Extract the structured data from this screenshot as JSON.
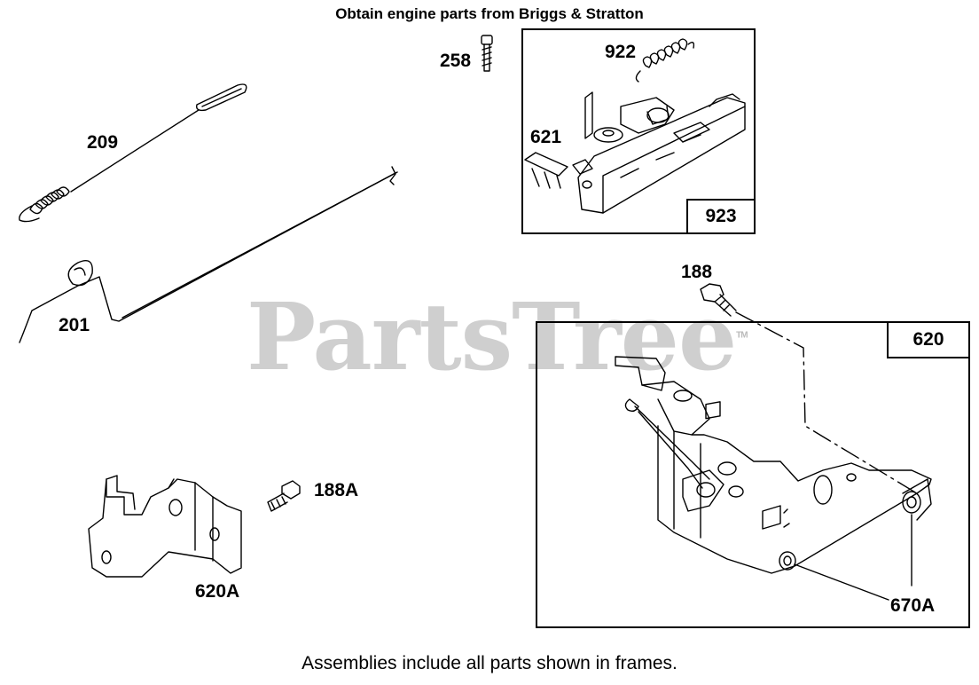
{
  "header": {
    "title": "Obtain engine parts from Briggs & Stratton"
  },
  "footer": {
    "note": "Assemblies include all parts shown in frames."
  },
  "watermark": {
    "text": "PartsTree",
    "tm": "TM",
    "color": "#cfcfcf"
  },
  "frames": {
    "frame_923": {
      "tag": "923"
    },
    "frame_620": {
      "tag": "620"
    }
  },
  "labels": {
    "p209": "209",
    "p201": "201",
    "p258": "258",
    "p922": "922",
    "p621": "621",
    "p188": "188",
    "p188A": "188A",
    "p620A": "620A",
    "p670A": "670A"
  }
}
